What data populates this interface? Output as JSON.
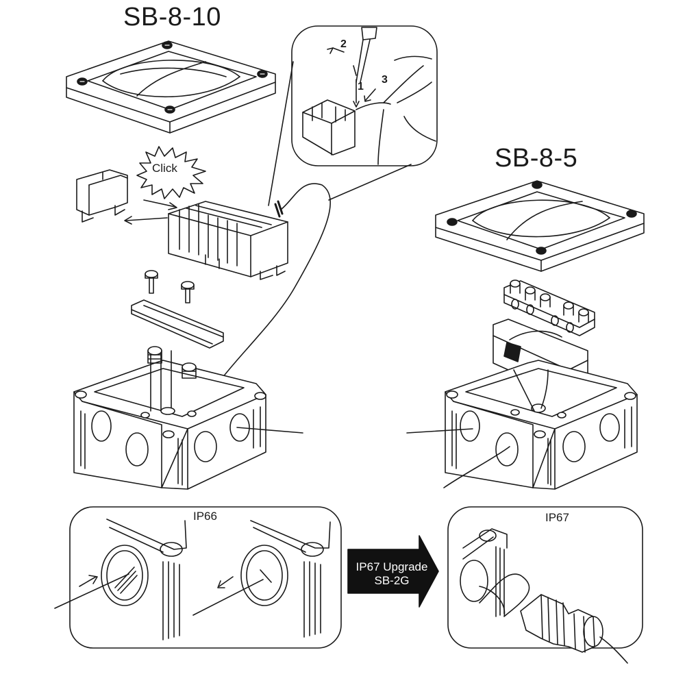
{
  "titles": {
    "left_product": "SB-8-10",
    "right_product": "SB-8-5"
  },
  "click_burst": {
    "label": "Click"
  },
  "inset_steps": {
    "step1": "1",
    "step2": "2",
    "step3": "3"
  },
  "ip_panels": {
    "left_label": "IP66",
    "right_label": "IP67"
  },
  "upgrade_badge": {
    "line1": "IP67 Upgrade",
    "line2": "SB-2G"
  },
  "colors": {
    "line": "#1a1a1a",
    "badge_fill": "#111111",
    "badge_text": "#ffffff",
    "background": "#ffffff"
  }
}
